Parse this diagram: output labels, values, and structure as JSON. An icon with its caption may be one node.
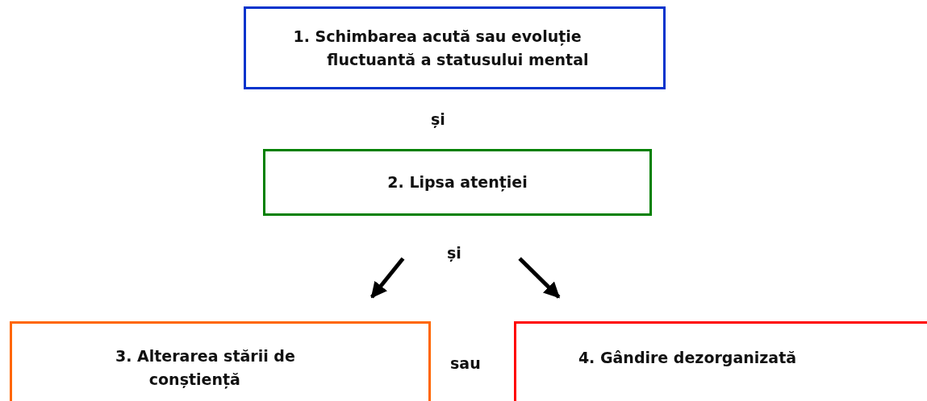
{
  "diagram": {
    "nodes": [
      {
        "text": [
          "1. Schimbarea acută sau evoluție fluctuantă a statusului mental"
        ]
      },
      {
        "text": [
          "2. Lipsa atenției"
        ]
      },
      {
        "text": [
          "3. Alterarea stării de conștiență"
        ]
      },
      {
        "text": [
          "4. Gândire dezorganizată"
        ]
      }
    ],
    "edges": [
      {
        "from": 1,
        "to": 2,
        "arrow": "to"
      },
      {
        "from": 1,
        "to": 3,
        "arrow": "to"
      }
    ],
    "labels": [
      "și",
      "și",
      "sau"
    ]
  }
}
